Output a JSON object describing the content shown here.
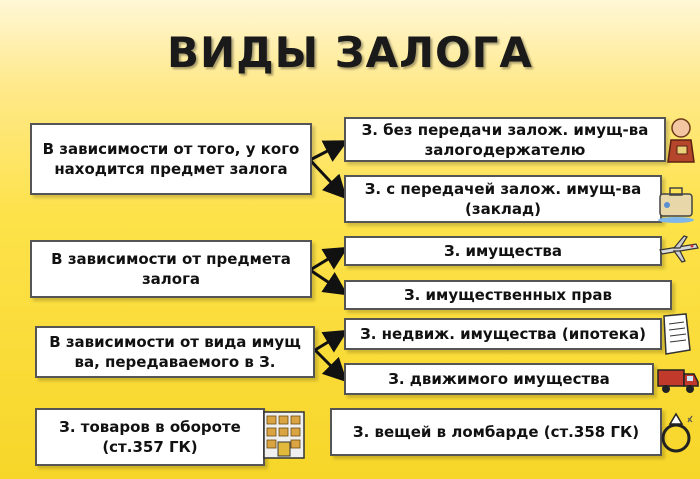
{
  "title": "ВИДЫ ЗАЛОГА",
  "groups": [
    {
      "source": "В зависимости от того, у кого\nнаходится предмет залога",
      "targets": [
        "З. без передачи залож. имущ-ва\nзалогодержателю",
        "З. с передачей залож. имущ-ва\n(заклад)"
      ]
    },
    {
      "source": "В зависимости от предмета\nзалога",
      "targets": [
        "З. имущества",
        "З. имущественных прав"
      ]
    },
    {
      "source": "В зависимости от вида имущ\nва, передаваемого в З.",
      "targets": [
        "З. недвиж. имущества (ипотека)",
        "З. движимого имущества"
      ]
    },
    {
      "source": "З. товаров в обороте\n(ст.357 ГК)",
      "targets": [
        "З. вещей в ломбарде (ст.358 ГК)"
      ]
    }
  ],
  "icons": [
    "person-icon",
    "suitcase-icon",
    "airplane-icon",
    "document-icon",
    "truck-icon",
    "warehouse-icon",
    "ring-icon"
  ]
}
